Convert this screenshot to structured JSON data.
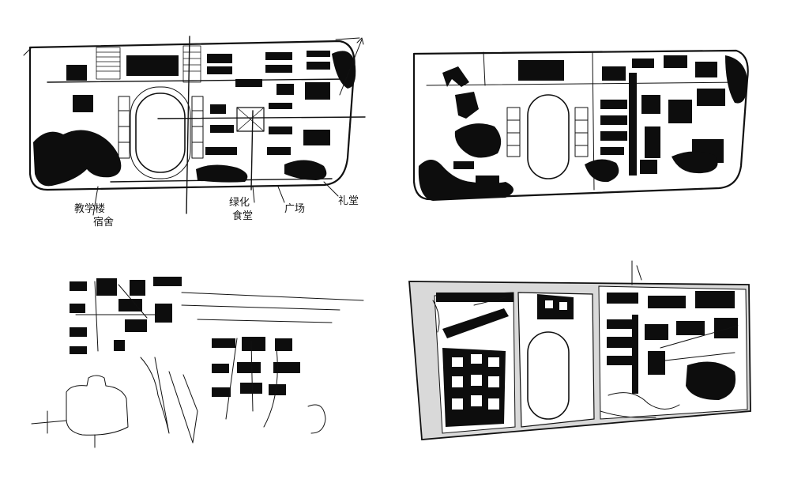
{
  "image": {
    "type": "architectural site plan sketches",
    "ink_color": "#111111",
    "paper_color": "#ffffff",
    "shade_color": "#d9d9d9"
  },
  "sketches": [
    {
      "id": "top-left",
      "annotations": [
        "教学楼",
        "宿舍",
        "绿化",
        "食堂",
        "礼堂",
        "广场"
      ]
    },
    {
      "id": "top-right",
      "annotations": []
    },
    {
      "id": "bottom-left",
      "annotations": []
    },
    {
      "id": "bottom-right",
      "annotations": []
    }
  ]
}
